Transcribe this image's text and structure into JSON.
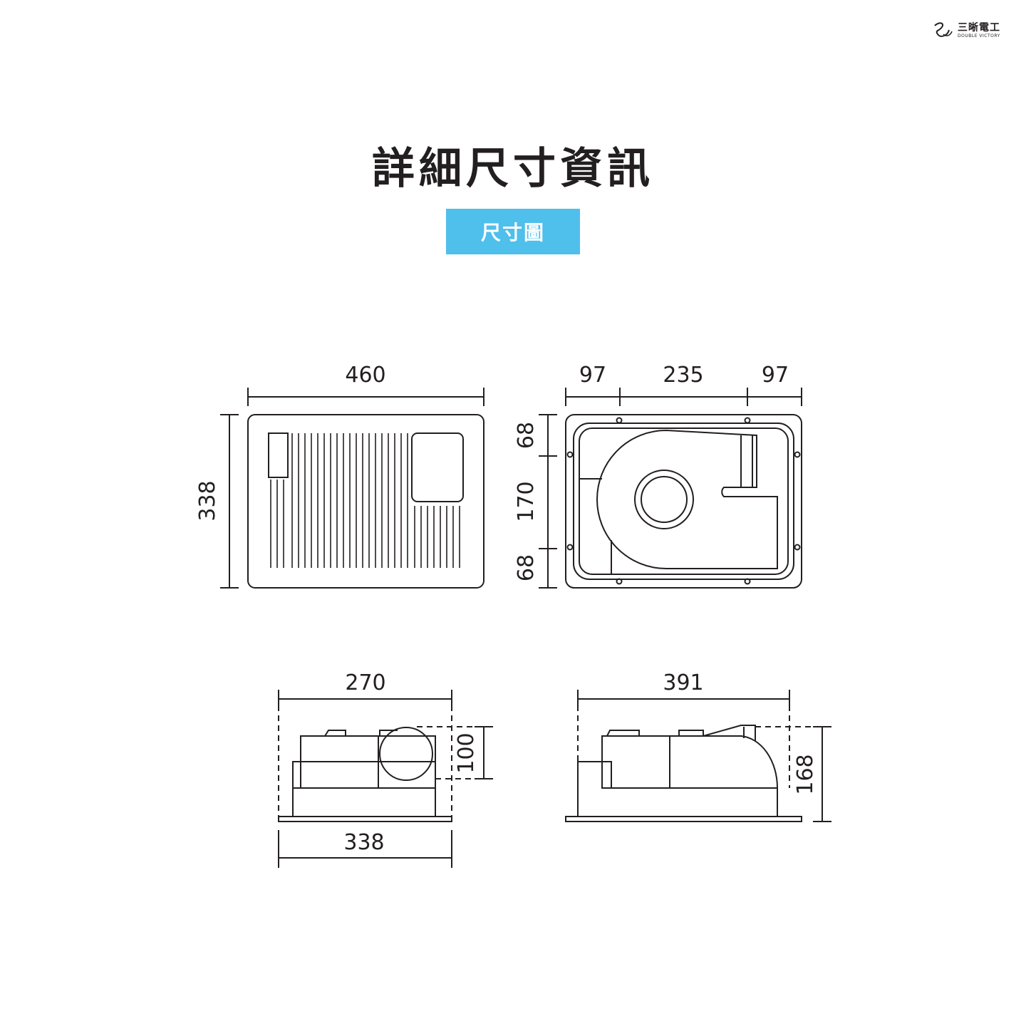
{
  "brand": {
    "name": "三晰電工",
    "subtitle": "DOUBLE VICTORY",
    "icon": "swirl-logo-icon"
  },
  "header": {
    "title": "詳細尺寸資訊",
    "tag": "尺寸圖",
    "tag_color": "#4fbfec"
  },
  "dimensions": {
    "front_width": "460",
    "front_height": "338",
    "back_left": "97",
    "back_middle": "235",
    "back_right": "97",
    "back_top": "68",
    "back_middle_v": "170",
    "back_bottom": "68",
    "side_body_width": "270",
    "side_duct": "100",
    "side_panel_width": "338",
    "side2_width": "391",
    "side2_height": "168"
  }
}
